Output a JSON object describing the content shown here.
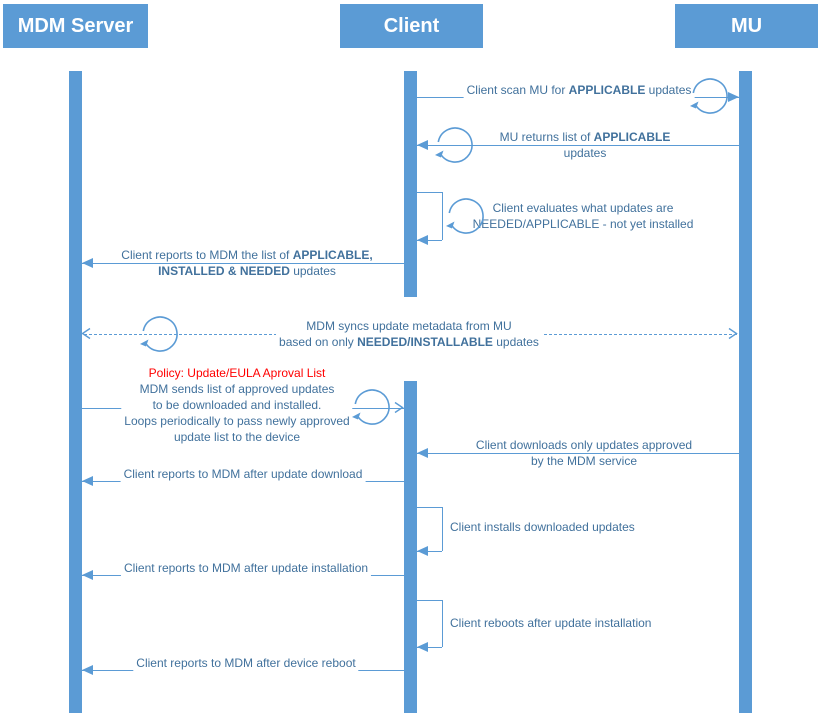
{
  "actors": [
    {
      "label": "MDM Server"
    },
    {
      "label": "Client"
    },
    {
      "label": "MU"
    }
  ],
  "colors": {
    "accent": "#5B9BD5",
    "label_text": "#41719C",
    "policy_text": "#FF0000",
    "background": "#FFFFFF"
  },
  "messages": {
    "scan": {
      "pre": "Client scan MU for ",
      "bold": "APPLICABLE",
      "post": " updates"
    },
    "mu_returns": {
      "line1_pre": "MU returns list of ",
      "line1_bold": "APPLICABLE",
      "line2": "updates"
    },
    "evaluates": {
      "line1": "Client evaluates what updates are",
      "line2": "NEEDED/APPLICABLE - not yet installed"
    },
    "report_list": {
      "line1_pre": "Client reports to MDM the list of ",
      "line1_bold": "APPLICABLE,",
      "line2_bold": "INSTALLED & NEEDED",
      "line2_post": " updates"
    },
    "sync": {
      "line1": "MDM syncs update metadata from MU",
      "line2_pre": "based on only ",
      "line2_bold": "NEEDED/INSTALLABLE",
      "line2_post": " updates"
    },
    "policy": {
      "title": "Policy: Update/EULA Aproval List",
      "line1": "MDM sends list of approved updates",
      "line2": "to be downloaded and installed.",
      "line3": "Loops periodically to pass newly approved",
      "line4": "update list to the device"
    },
    "downloads": {
      "line1": "Client downloads only updates approved",
      "line2": "by the MDM service"
    },
    "report_download": {
      "text": "Client reports to MDM after update download"
    },
    "installs": {
      "text": "Client installs downloaded updates"
    },
    "report_install": {
      "text": "Client reports to MDM after update installation"
    },
    "reboots": {
      "text": "Client reboots after update installation"
    },
    "report_reboot": {
      "text": "Client reports to MDM after device reboot"
    }
  }
}
